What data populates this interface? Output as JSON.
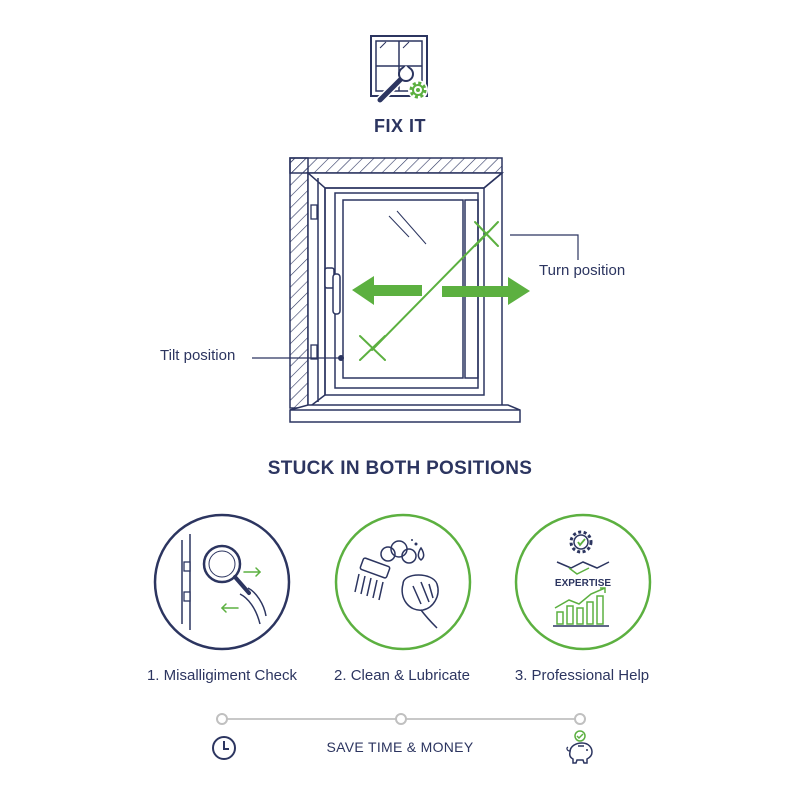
{
  "header": {
    "title": "FIX IT",
    "icon": "window-wrench-gear-icon"
  },
  "diagram": {
    "tilt_label": "Tilt position",
    "turn_label": "Turn position"
  },
  "section": {
    "title": "STUCK IN BOTH POSITIONS"
  },
  "steps": [
    {
      "label": "1. Misalligiment Check",
      "icon": "magnifier-hinge-icon"
    },
    {
      "label": "2. Clean & Lubricate",
      "icon": "brush-cloth-icon"
    },
    {
      "label": "3. Professional Help",
      "icon": "expertise-icon",
      "badge": "EXPERTISE"
    }
  ],
  "footer": {
    "label": "SAVE TIME & MONEY",
    "left_icon": "clock-icon",
    "right_icon": "piggy-bank-icon"
  },
  "colors": {
    "navy": "#2c3560",
    "green": "#5cb040"
  }
}
